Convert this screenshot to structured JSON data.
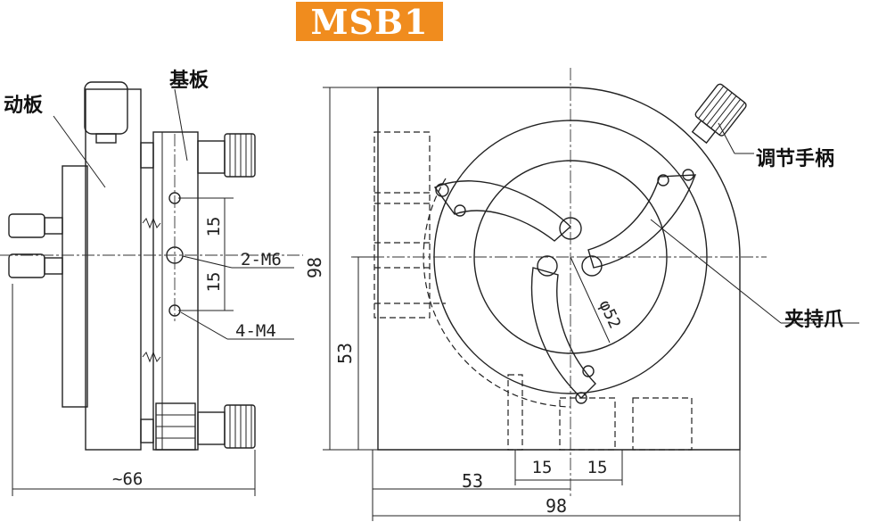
{
  "title": "MSB1",
  "labels": {
    "moving_plate": "动板",
    "base_plate": "基板",
    "adjust_handle": "调节手柄",
    "clamp_jaw": "夹持爪"
  },
  "dimensions": {
    "hole_m6": "2-M6",
    "hole_m4": "4-M4",
    "spacing_upper": "15",
    "spacing_lower": "15",
    "side_width": "~66",
    "front_height": "98",
    "center_height": "53",
    "front_width": "98",
    "center_offset": "53",
    "bottom_left_spacing": "15",
    "bottom_right_spacing": "15",
    "diameter": "φ52"
  },
  "colors": {
    "badge": "#f08c1e",
    "line": "#222222"
  }
}
